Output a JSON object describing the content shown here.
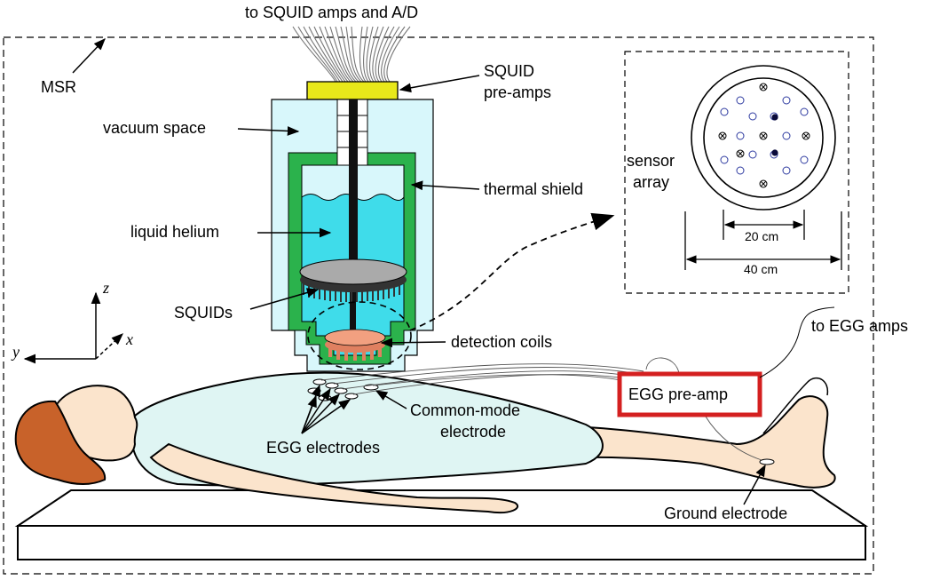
{
  "labels": {
    "top_cable": "to SQUID amps and A/D",
    "msr": "MSR",
    "squid_preamps_line1": "SQUID",
    "squid_preamps_line2": "pre-amps",
    "vacuum_space": "vacuum space",
    "thermal_shield": "thermal shield",
    "liquid_helium": "liquid helium",
    "squids": "SQUIDs",
    "detection_coils": "detection coils",
    "sensor_array_line1": "sensor",
    "sensor_array_line2": "array",
    "dim_inner": "20 cm",
    "dim_outer": "40 cm",
    "to_egg_amps": "to EGG amps",
    "egg_preamp": "EGG pre-amp",
    "common_mode_line1": "Common-mode",
    "common_mode_line2": "electrode",
    "egg_electrodes": "EGG electrodes",
    "ground_electrode": "Ground electrode",
    "axis_z": "z",
    "axis_x": "x",
    "axis_y": "y"
  },
  "colors": {
    "vacuum": "#d8f7fb",
    "helium": "#3fdcea",
    "thermal_shield": "#2bb24c",
    "preamp_block": "#e8e81a",
    "coils": "#f2a080",
    "egg_box_border": "#d42020",
    "skin": "#fbe4cc",
    "gown": "#dff5f3",
    "hair": "#c8622a",
    "sensor_open": "#2d3aa0",
    "sensor_filled": "#0a0a3a"
  },
  "icons": {
    "sensor_open": "open-circle",
    "sensor_filled": "filled-circle",
    "sensor_cross": "circle-with-x"
  }
}
